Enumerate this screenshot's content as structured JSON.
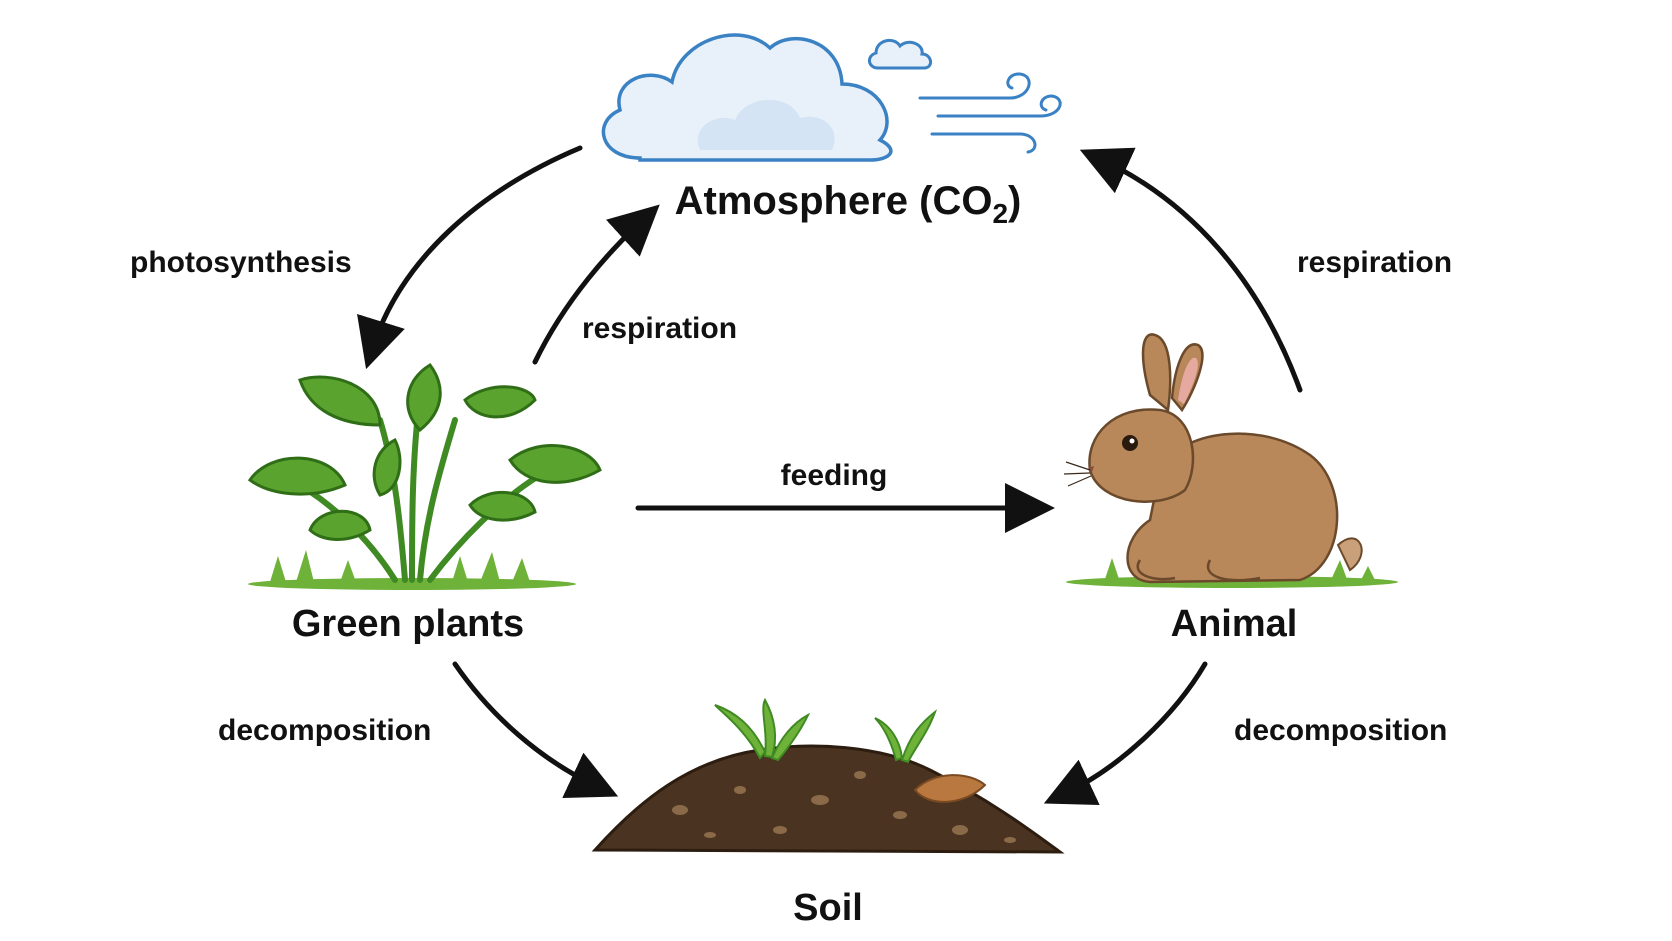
{
  "nodes": {
    "atmosphere": {
      "label": "Atmosphere (CO",
      "subscript": "2",
      "suffix": ")"
    },
    "plants": {
      "label": "Green plants"
    },
    "animal": {
      "label": "Animal"
    },
    "soil": {
      "label": "Soil"
    }
  },
  "edges": {
    "photosynthesis": {
      "label": "photosynthesis",
      "from": "Atmosphere",
      "to": "Green plants"
    },
    "plant_respiration": {
      "label": "respiration",
      "from": "Green plants",
      "to": "Atmosphere"
    },
    "animal_respiration": {
      "label": "respiration",
      "from": "Animal",
      "to": "Atmosphere"
    },
    "feeding": {
      "label": "feeding",
      "from": "Green plants",
      "to": "Animal"
    },
    "plant_decomposition": {
      "label": "decomposition",
      "from": "Green plants",
      "to": "Soil"
    },
    "animal_decomposition": {
      "label": "decomposition",
      "from": "Animal",
      "to": "Soil"
    }
  },
  "colors": {
    "arrow": "#111111",
    "cloud_outline": "#3b82c4",
    "cloud_fill": "#e8f1fa",
    "leaf": "#4e9a2a",
    "grass": "#6fb23a",
    "rabbit": "#b8875a",
    "soil": "#4a3320"
  },
  "icons": [
    "cloud-icon",
    "wind-icon",
    "plant-icon",
    "rabbit-icon",
    "soil-mound-icon"
  ]
}
